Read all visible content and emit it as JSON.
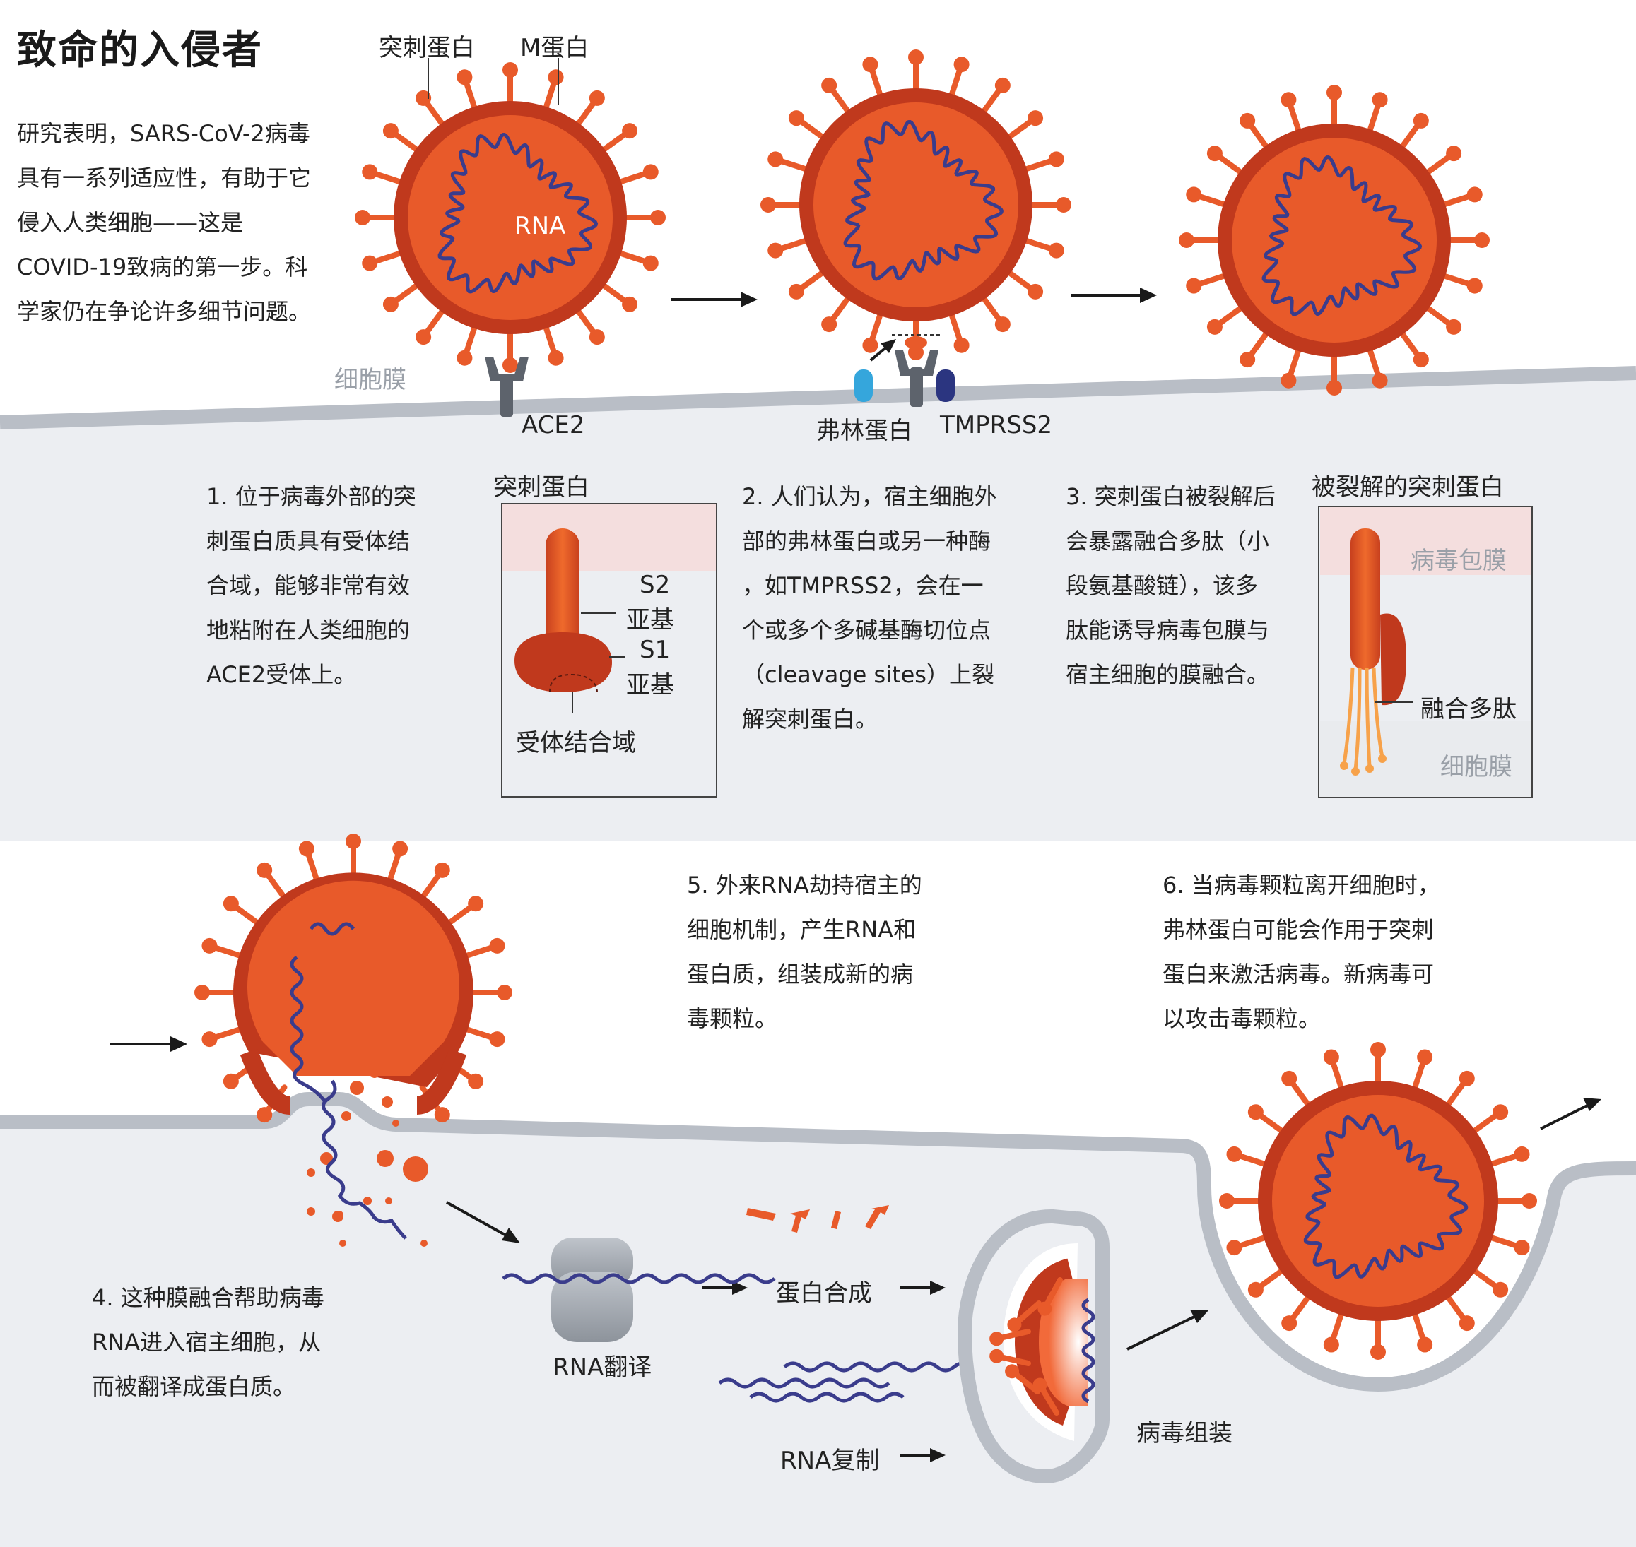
{
  "title": "致命的入侵者",
  "intro": "研究表明，SARS-CoV-2病毒\n具有一系列适应性，有助于它\n侵入人类细胞——这是\nCOVID-19致病的第一步。科\n学家仍在争论许多细节问题。",
  "labels": {
    "spike": "突刺蛋白",
    "m_protein": "M蛋白",
    "rna": "RNA",
    "cell_membrane": "细胞膜",
    "ace2": "ACE2",
    "furin": "弗林蛋白",
    "tmprss2": "TMPRSS2"
  },
  "step1": "1. 位于病毒外部的突\n刺蛋白质具有受体结\n合域，能够非常有效\n地粘附在人类细胞的\nACE2受体上。",
  "step2": "2. 人们认为，宿主细胞外\n部的弗林蛋白或另一种酶\n，如TMPRSS2，会在一\n个或多个多碱基酶切位点\n（cleavage sites）上裂\n解突刺蛋白。",
  "step3": "3. 突刺蛋白被裂解后\n会暴露融合多肽（小\n段氨基酸链），该多\n肽能诱导病毒包膜与\n宿主细胞的膜融合。",
  "step4": "4. 这种膜融合帮助病毒\nRNA进入宿主细胞，从\n而被翻译成蛋白质。",
  "step5": "5. 外来RNA劫持宿主的\n细胞机制，产生RNA和\n蛋白质，组装成新的病\n毒颗粒。",
  "step6": "6. 当病毒颗粒离开细胞时，\n弗林蛋白可能会作用于突刺\n蛋白来激活病毒。新病毒可\n以攻击毒颗粒。",
  "spike_panel": {
    "title": "突刺蛋白",
    "s2": "S2",
    "s2_sub": "亚基",
    "s1": "S1",
    "s1_sub": "亚基",
    "rbd": "受体结合域"
  },
  "cleaved_panel": {
    "title": "被裂解的突刺蛋白",
    "envelope": "病毒包膜",
    "fusion": "融合多肽",
    "membrane": "细胞膜"
  },
  "process": {
    "translation": "RNA翻译",
    "synthesis": "蛋白合成",
    "replication": "RNA复制",
    "assembly": "病毒组装"
  },
  "colors": {
    "virus_body": "#e85a2a",
    "virus_rim": "#c0391d",
    "rna": "#3a3c8c",
    "cell": "#eceef2",
    "membrane": "#b9bec6",
    "furin": "#35a6dc",
    "tmprss2": "#2b3580",
    "receptor": "#5d636c"
  }
}
